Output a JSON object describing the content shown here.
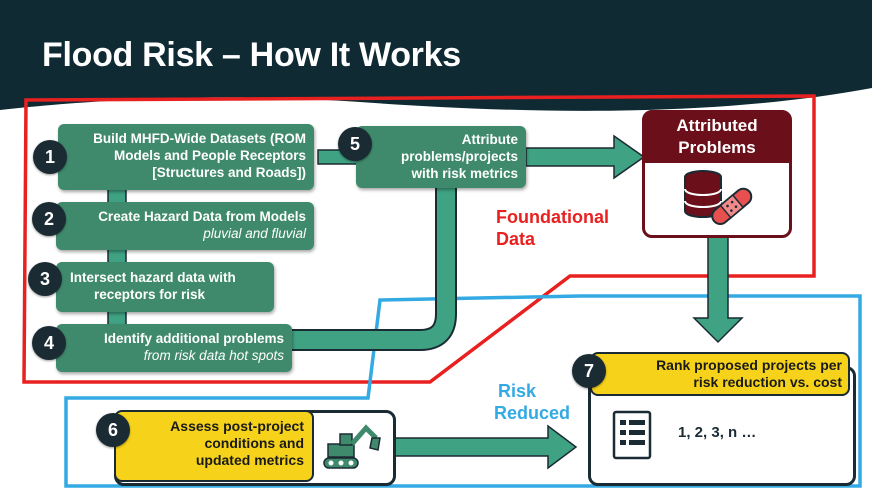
{
  "title": "Flood Risk – How It Works",
  "steps": [
    {
      "number": "1",
      "line1": "Build MHFD-Wide Datasets (ROM",
      "line2": "Models and People Receptors",
      "line3": "[Structures and Roads])"
    },
    {
      "number": "2",
      "line1": "Create Hazard Data from Models",
      "line2": "pluvial and fluvial"
    },
    {
      "number": "3",
      "line1": "Intersect hazard data with",
      "line2": "receptors for risk"
    },
    {
      "number": "4",
      "line1": "Identify additional problems",
      "line2": "from risk data hot spots"
    },
    {
      "number": "5",
      "line1": "Attribute",
      "line2": "problems/projects",
      "line3": "with risk metrics"
    },
    {
      "number": "6",
      "line1": "Assess post-project",
      "line2": "conditions and",
      "line3": "updated metrics"
    },
    {
      "number": "7",
      "line1": "Rank proposed projects per",
      "line2": "risk reduction vs. cost"
    }
  ],
  "attributed_problems": {
    "line1": "Attributed",
    "line2": "Problems"
  },
  "foundational_data": {
    "line1": "Foundational",
    "line2": "Data"
  },
  "risk_reduced": {
    "line1": "Risk",
    "line2": "Reduced"
  },
  "ranking_list": "1, 2, 3, n …",
  "colors": {
    "header": "#0f2a33",
    "step_green": "#3f8a6c",
    "arrow_green": "#3fa383",
    "foundational_red": "#e82020",
    "risk_blue": "#33aae3",
    "highlight_yellow": "#f6d31a",
    "maroon": "#6b0f1a"
  },
  "icons": [
    "database-icon",
    "bandage-icon",
    "excavator-icon",
    "checklist-icon"
  ]
}
